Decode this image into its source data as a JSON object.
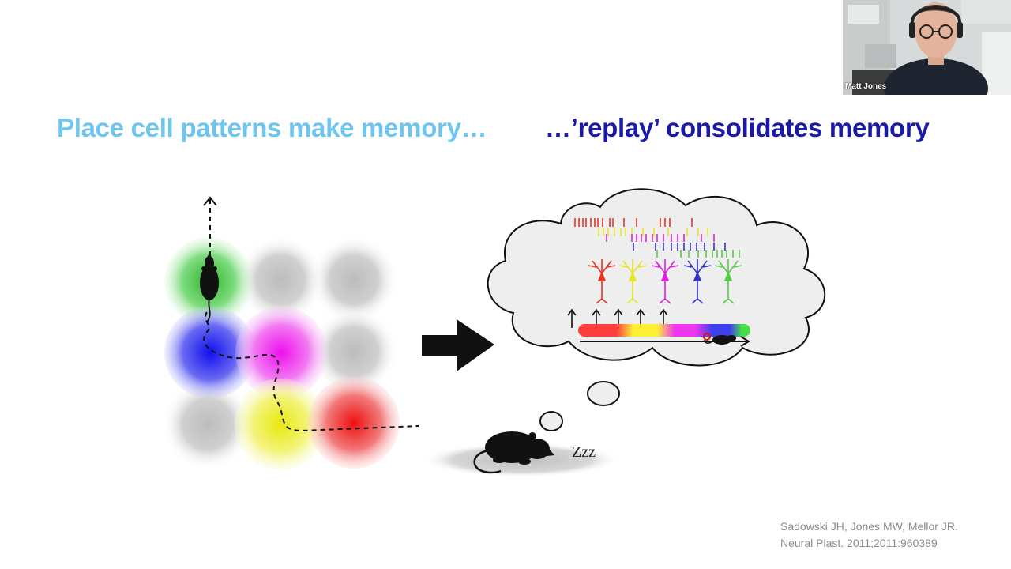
{
  "slide": {
    "title_left": "Place cell patterns make memory…",
    "title_right": "…’replay’ consolidates memory",
    "sleep_label": "Zzz",
    "citation_line1": "Sadowski JH, Jones MW, Mellor JR.",
    "citation_line2": "Neural Plast. 2011;2011:960389"
  },
  "webcam": {
    "participant_name": "Matt Jones"
  },
  "colors": {
    "title_left": "#6ec6ef",
    "title_right": "#1a1aa6",
    "place_field_colors": [
      "#2db52d",
      "#1010ee",
      "#ee10ee",
      "#eeee10",
      "#ee1010"
    ],
    "neuron_colors": [
      "#ee3322",
      "#eeee22",
      "#dd22dd",
      "#3333cc",
      "#55cc44"
    ]
  }
}
